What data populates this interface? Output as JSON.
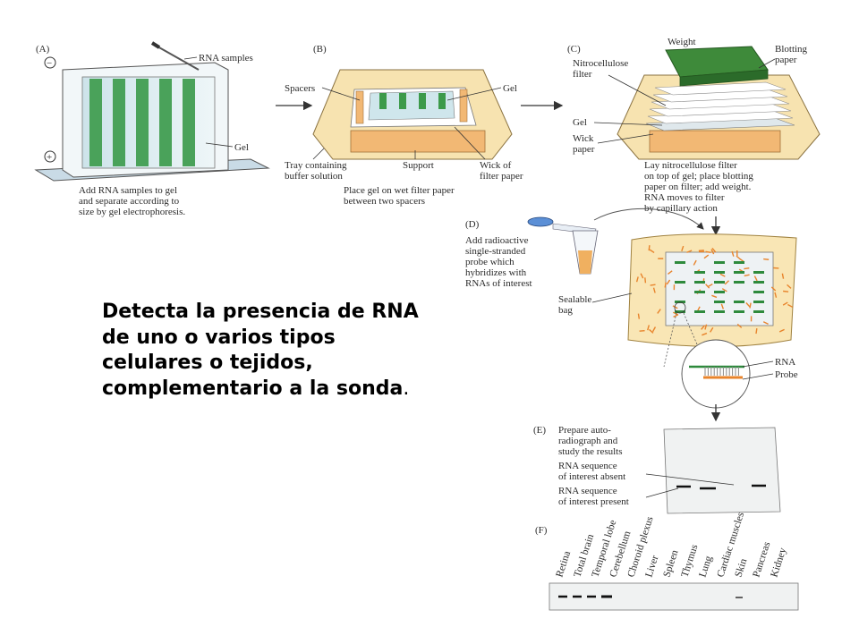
{
  "caption": {
    "text": "Detecta la presencia de RNA de uno o varios tipos celulares o tejidos, complementario a la sonda",
    "period": "."
  },
  "panel_a": {
    "letter": "(A)",
    "minus": "−",
    "plus": "+",
    "rna_samples": "RNA samples",
    "gel": "Gel",
    "description": [
      "Add RNA samples to gel",
      "and separate according to",
      "size by gel electrophoresis."
    ]
  },
  "panel_b": {
    "letter": "(B)",
    "spacers": "Spacers",
    "gel": "Gel",
    "tray": [
      "Tray containing",
      "buffer solution"
    ],
    "support": "Support",
    "wick": [
      "Wick of",
      "filter paper"
    ],
    "description": [
      "Place gel on wet filter paper",
      "between two spacers"
    ]
  },
  "panel_c": {
    "letter": "(C)",
    "weight": "Weight",
    "blotting": [
      "Blotting",
      "paper"
    ],
    "nitro": [
      "Nitrocellulose",
      "filter"
    ],
    "gel": "Gel",
    "wick": [
      "Wick",
      "paper"
    ],
    "description": [
      "Lay nitrocellulose filter",
      "on top of gel; place blotting",
      "paper on filter; add weight.",
      "RNA moves to filter",
      "by capillary action"
    ]
  },
  "panel_d": {
    "letter": "(D)",
    "description": [
      "Add radioactive",
      "single-stranded",
      "probe which",
      "hybridizes with",
      "RNAs of interest"
    ],
    "bag": [
      "Sealable",
      "bag"
    ],
    "rna": "RNA",
    "probe": "Probe"
  },
  "panel_e": {
    "letter": "(E)",
    "description": [
      "Prepare auto-",
      "radiograph and",
      "study the results"
    ],
    "absent": [
      "RNA sequence",
      "of interest absent"
    ],
    "present": [
      "RNA sequence",
      "of interest present"
    ]
  },
  "panel_f": {
    "letter": "(F)",
    "tissues": [
      "Retina",
      "Total brain",
      "Temporal lobe",
      "Cerebellum",
      "Choroid plexus",
      "Liver",
      "Spleen",
      "Thymus",
      "Lung",
      "Cardiac muscles",
      "Skin",
      "Pancreas",
      "Kidney"
    ]
  },
  "colors": {
    "gel_green": "#8cc79a",
    "gel_band": "#2e8a3c",
    "tray": "#f7e3b0",
    "support": "#f2b874",
    "bag": "#f9e6b5",
    "probe_orange": "#e8842c",
    "filter_green": "#3e8a3a"
  }
}
